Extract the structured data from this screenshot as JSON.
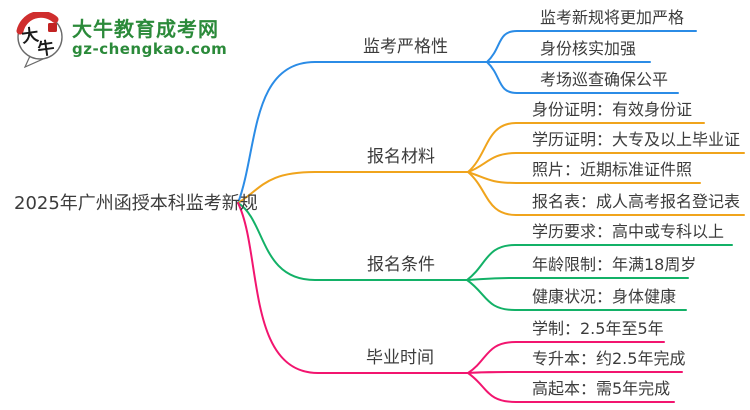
{
  "site": {
    "logo_mark": "大牛",
    "name": "大牛教育成考网",
    "domain": "gz-chengkao.com",
    "brand_green": "#2b8a3a",
    "logo_red": "#cf2e2e"
  },
  "mindmap": {
    "root": {
      "label": "2025年广州函授本科监考新规",
      "text_color": "#3c3c3c"
    },
    "branches": [
      {
        "label": "监考严格性",
        "color": "#2b8ce6",
        "children": [
          "监考新规将更加严格",
          "身份核实加强",
          "考场巡查确保公平"
        ]
      },
      {
        "label": "报名材料",
        "color": "#f0a41c",
        "children": [
          "身份证明：有效身份证",
          "学历证明：大专及以上毕业证",
          "照片：近期标准证件照",
          "报名表：成人高考报名登记表"
        ]
      },
      {
        "label": "报名条件",
        "color": "#13b167",
        "children": [
          "学历要求：高中或专科以上",
          "年龄限制：年满18周岁",
          "健康状况：身体健康"
        ]
      },
      {
        "label": "毕业时间",
        "color": "#f2156f",
        "children": [
          "学制：2.5年至5年",
          "专升本：约2.5年完成",
          "高起本：需5年完成"
        ]
      }
    ]
  }
}
